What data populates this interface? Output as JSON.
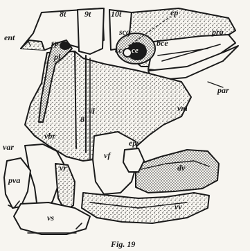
{
  "figure": {
    "caption": "Fig. 19",
    "ink_color": "#1a1a1a",
    "paper_color": "#f7f5f0",
    "labels": {
      "t8": "8t",
      "t9": "9t",
      "t10": "10t",
      "ep": "ep",
      "ent": "ent",
      "scg": "scg",
      "pro": "pro",
      "cc": "cc",
      "ce": "ce",
      "bce": "bce",
      "sp": "sp",
      "pl": "pl",
      "par": "par",
      "vl": "vl",
      "vm": "vm",
      "var": "var",
      "vbr": "vbr",
      "vf": "vf",
      "epv": "epv",
      "dv": "dv",
      "vr": "vr",
      "pva": "pva",
      "vv": "vv",
      "vs": "vs",
      "n8": "8"
    }
  }
}
